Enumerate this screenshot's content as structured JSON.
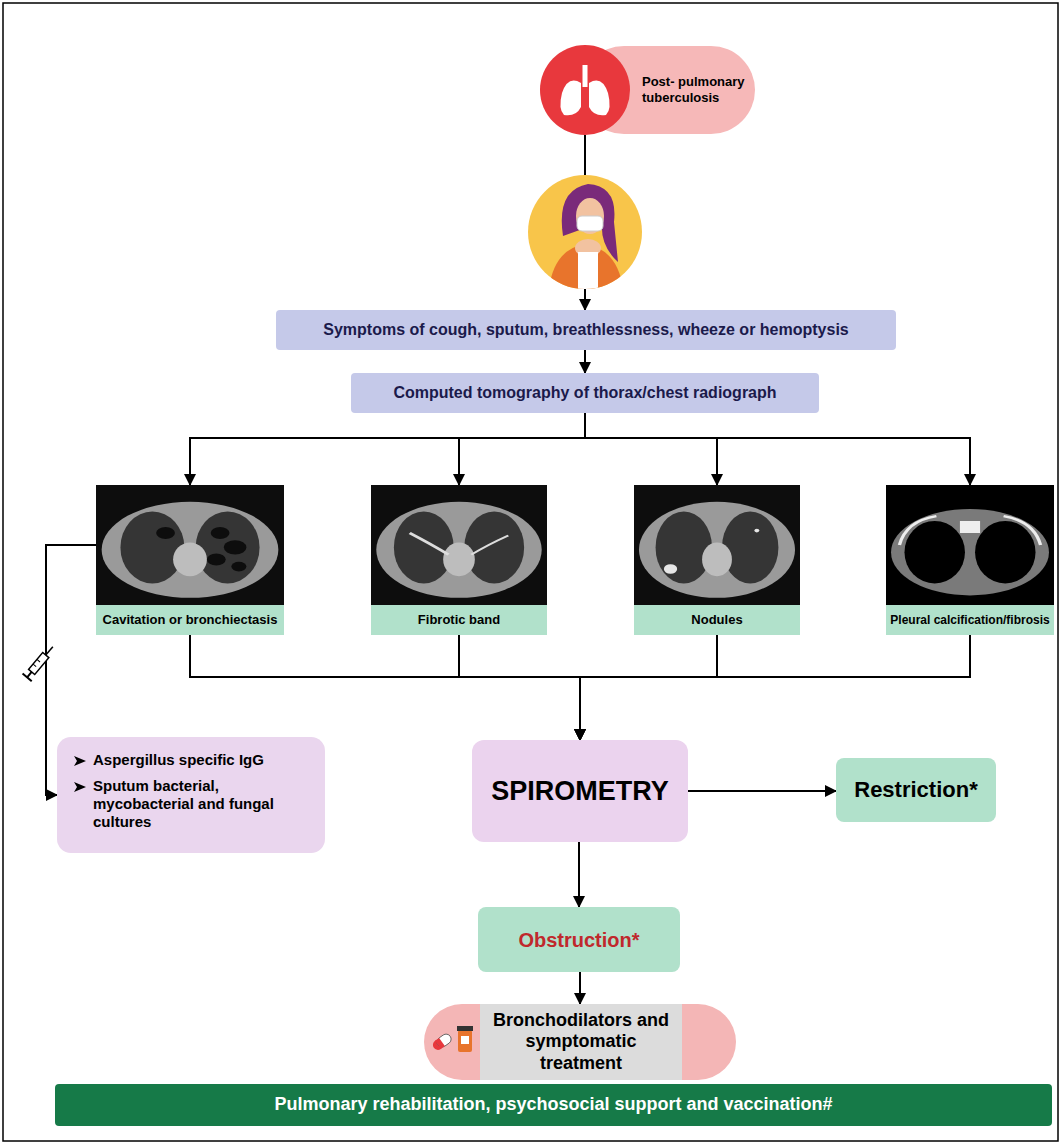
{
  "diagram": {
    "nodes": [
      {
        "text": [
          "Post- pulmonary tuberculosis"
        ]
      },
      {
        "text": [
          "Symptoms of cough, sputum, breathlessness, wheeze or hemoptysis"
        ]
      },
      {
        "text": [
          "Computed tomography of thorax/chest radiograph"
        ]
      },
      {
        "text": [
          "Cavitation or bronchiectasis"
        ]
      },
      {
        "text": [
          "Fibrotic band"
        ]
      },
      {
        "text": [
          "Nodules"
        ]
      },
      {
        "text": [
          "Pleural calcification/fibrosis"
        ]
      },
      {
        "text": [
          "Aspergillus specific IgG",
          "Sputum bacterial, mycobacterial and fungal cultures"
        ]
      },
      {
        "text": [
          "SPIROMETRY"
        ]
      },
      {
        "text": [
          "Restriction*"
        ]
      },
      {
        "text": [
          "Obstruction*"
        ]
      },
      {
        "text": [
          "Bronchodilators and symptomatic treatment"
        ]
      },
      {
        "text": [
          "Pulmonary rehabilitation, psychosocial support and vaccination#"
        ]
      }
    ],
    "edges": [
      {
        "from": 0,
        "to": 1,
        "arrow": "to"
      },
      {
        "from": 1,
        "to": 2,
        "arrow": "to"
      },
      {
        "from": 2,
        "to": 3,
        "arrow": "to"
      },
      {
        "from": 2,
        "to": 4,
        "arrow": "to"
      },
      {
        "from": 2,
        "to": 5,
        "arrow": "to"
      },
      {
        "from": 2,
        "to": 6,
        "arrow": "to"
      },
      {
        "from": 3,
        "to": 8,
        "arrow": "to"
      },
      {
        "from": 4,
        "to": 8,
        "arrow": "to"
      },
      {
        "from": 5,
        "to": 8,
        "arrow": "to"
      },
      {
        "from": 6,
        "to": 8,
        "arrow": "to"
      },
      {
        "from": 3,
        "to": 7,
        "arrow": "to"
      },
      {
        "from": 8,
        "to": 9,
        "arrow": "to"
      },
      {
        "from": 8,
        "to": 10,
        "arrow": "to"
      },
      {
        "from": 10,
        "to": 11,
        "arrow": "to"
      }
    ]
  }
}
